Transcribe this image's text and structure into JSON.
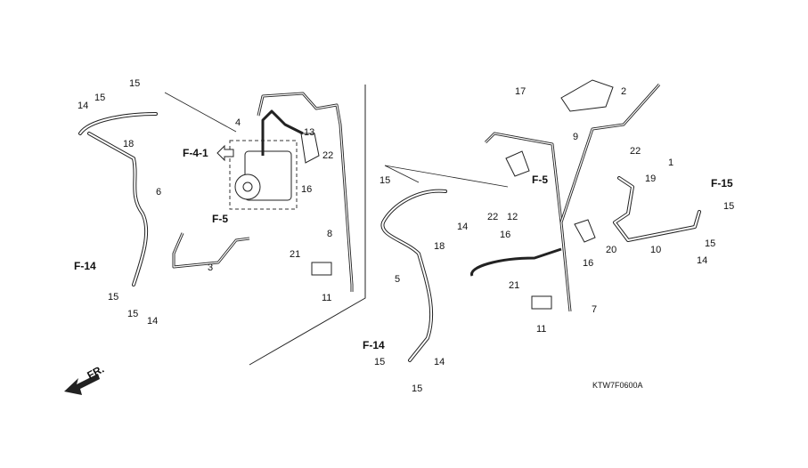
{
  "diagram": {
    "code": "KTW7F0600A",
    "front_marker": "FR.",
    "labels": [
      {
        "text": "15"
      },
      {
        "text": "15"
      },
      {
        "text": "14"
      },
      {
        "text": "18"
      },
      {
        "text": "6"
      },
      {
        "text": "F-14",
        "ref": true
      },
      {
        "text": "15"
      },
      {
        "text": "15"
      },
      {
        "text": "14"
      },
      {
        "text": "4"
      },
      {
        "text": "13"
      },
      {
        "text": "F-4-1",
        "ref": true
      },
      {
        "text": "22"
      },
      {
        "text": "16"
      },
      {
        "text": "F-5",
        "ref": true
      },
      {
        "text": "3"
      },
      {
        "text": "21"
      },
      {
        "text": "8"
      },
      {
        "text": "11"
      },
      {
        "text": "17"
      },
      {
        "text": "2"
      },
      {
        "text": "9"
      },
      {
        "text": "22"
      },
      {
        "text": "1"
      },
      {
        "text": "19"
      },
      {
        "text": "F-15",
        "ref": true
      },
      {
        "text": "15"
      },
      {
        "text": "F-5",
        "ref": true
      },
      {
        "text": "15"
      },
      {
        "text": "22"
      },
      {
        "text": "12"
      },
      {
        "text": "14"
      },
      {
        "text": "16"
      },
      {
        "text": "16"
      },
      {
        "text": "18"
      },
      {
        "text": "20"
      },
      {
        "text": "10"
      },
      {
        "text": "15"
      },
      {
        "text": "14"
      },
      {
        "text": "5"
      },
      {
        "text": "21"
      },
      {
        "text": "7"
      },
      {
        "text": "11"
      },
      {
        "text": "F-14",
        "ref": true
      },
      {
        "text": "15"
      },
      {
        "text": "15"
      },
      {
        "text": "14"
      }
    ]
  }
}
